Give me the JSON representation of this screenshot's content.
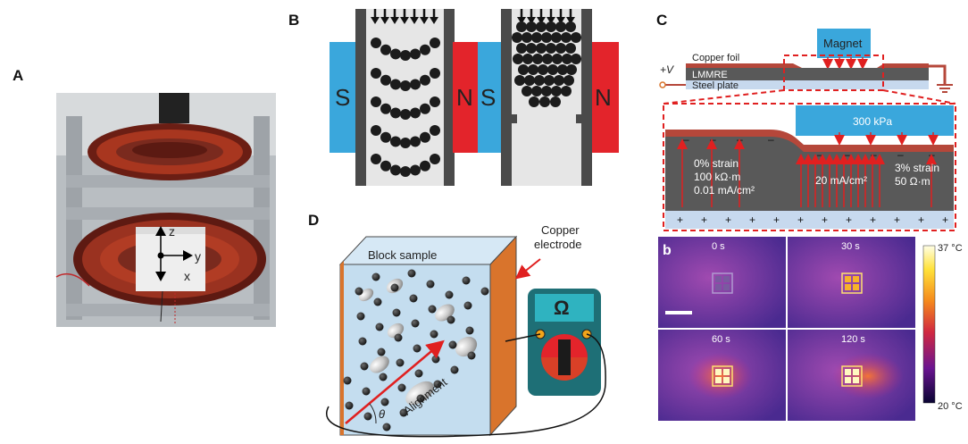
{
  "panels": {
    "a": "A",
    "b": "B",
    "c": "C",
    "d": "D"
  },
  "panel_a": {
    "axis_z": "z",
    "axis_y": "y",
    "axis_x": "x"
  },
  "panel_b": {
    "pole_s": "S",
    "pole_n": "N"
  },
  "panel_c": {
    "magnet": "Magnet",
    "copper_foil": "Copper foil",
    "lmmre": "LMMRE",
    "steel_plate": "Steel plate",
    "voltage": "+V",
    "pressure": "300 kPa",
    "left_strain": "0% strain",
    "left_resistivity": "100 kΩ·m",
    "left_current": "0.01 mA/cm²",
    "middle_current": "20 mA/cm²",
    "right_strain": "3% strain",
    "right_resistivity": "50 Ω·m",
    "minus": "–",
    "plus": "+"
  },
  "panel_thermal": {
    "label": "b",
    "times": [
      "0 s",
      "30 s",
      "60 s",
      "120 s"
    ],
    "colorbar_max": "37 °C",
    "colorbar_min": "20 °C"
  },
  "panel_d": {
    "block_sample": "Block sample",
    "copper_line1": "Copper",
    "copper_line2": "electrode",
    "ohm": "Ω",
    "alignment": "Alignment",
    "theta": "θ"
  },
  "colors": {
    "magnet_s": "#3aa7dc",
    "magnet_n": "#e3242b",
    "wall": "#4a4a4a",
    "particle": "#1c1c1c",
    "lmmre": "#595959",
    "copper": "#b5473a",
    "steel": "#c7d9ee",
    "dash_red": "#e02020",
    "block_face": "#c4ddef",
    "block_top": "#d6e8f5",
    "electrode": "#d9742c",
    "meter_body": "#1e6f76",
    "meter_screen": "#2fb3c0"
  }
}
